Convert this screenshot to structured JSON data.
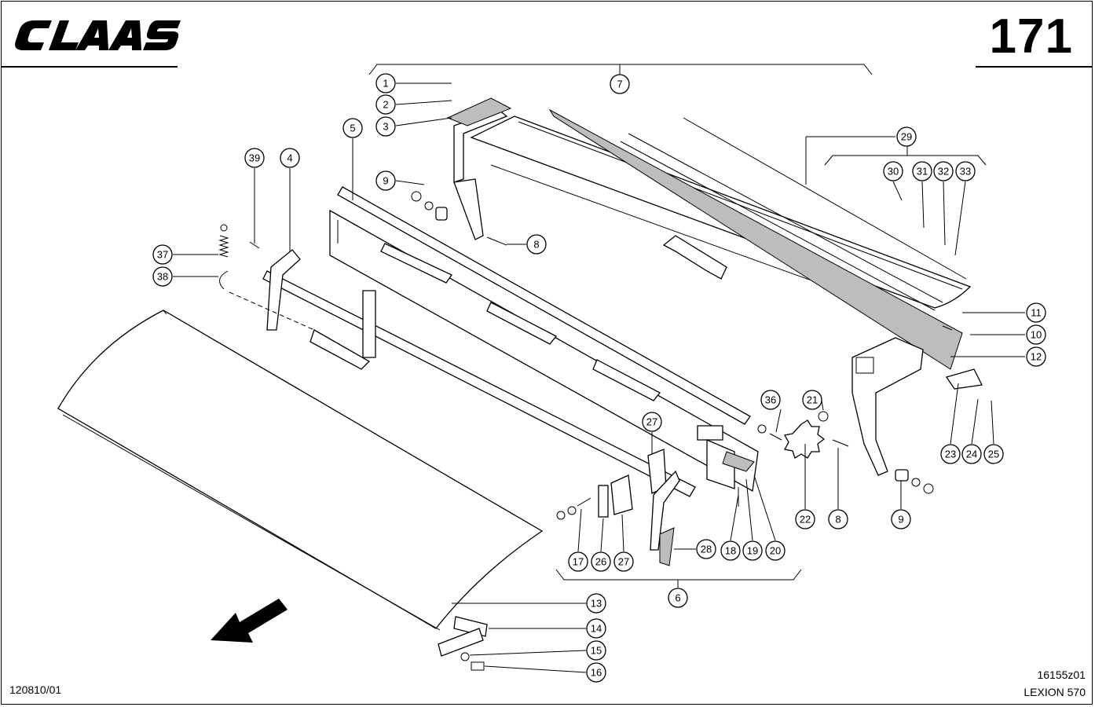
{
  "header": {
    "brand": "CLAAS",
    "page_number": "171"
  },
  "footer": {
    "document_number": "120810/01",
    "drawing_code": "16155z01",
    "model": "LEXION 570"
  },
  "callouts": [
    {
      "id": "c1",
      "label": "1"
    },
    {
      "id": "c2",
      "label": "2"
    },
    {
      "id": "c3",
      "label": "3"
    },
    {
      "id": "c4",
      "label": "4"
    },
    {
      "id": "c5",
      "label": "5"
    },
    {
      "id": "c6",
      "label": "6"
    },
    {
      "id": "c7",
      "label": "7"
    },
    {
      "id": "c8a",
      "label": "8"
    },
    {
      "id": "c8b",
      "label": "8"
    },
    {
      "id": "c9a",
      "label": "9"
    },
    {
      "id": "c9b",
      "label": "9"
    },
    {
      "id": "c10",
      "label": "10"
    },
    {
      "id": "c11",
      "label": "11"
    },
    {
      "id": "c12",
      "label": "12"
    },
    {
      "id": "c13",
      "label": "13"
    },
    {
      "id": "c14",
      "label": "14"
    },
    {
      "id": "c15",
      "label": "15"
    },
    {
      "id": "c16",
      "label": "16"
    },
    {
      "id": "c17",
      "label": "17"
    },
    {
      "id": "c18",
      "label": "18"
    },
    {
      "id": "c19",
      "label": "19"
    },
    {
      "id": "c20",
      "label": "20"
    },
    {
      "id": "c21",
      "label": "21"
    },
    {
      "id": "c22",
      "label": "22"
    },
    {
      "id": "c23",
      "label": "23"
    },
    {
      "id": "c24",
      "label": "24"
    },
    {
      "id": "c25",
      "label": "25"
    },
    {
      "id": "c26",
      "label": "26"
    },
    {
      "id": "c27a",
      "label": "27"
    },
    {
      "id": "c27b",
      "label": "27"
    },
    {
      "id": "c28",
      "label": "28"
    },
    {
      "id": "c29",
      "label": "29"
    },
    {
      "id": "c30",
      "label": "30"
    },
    {
      "id": "c31",
      "label": "31"
    },
    {
      "id": "c32",
      "label": "32"
    },
    {
      "id": "c33",
      "label": "33"
    },
    {
      "id": "c36",
      "label": "36"
    },
    {
      "id": "c37",
      "label": "37"
    },
    {
      "id": "c38",
      "label": "38"
    },
    {
      "id": "c39",
      "label": "39"
    }
  ]
}
